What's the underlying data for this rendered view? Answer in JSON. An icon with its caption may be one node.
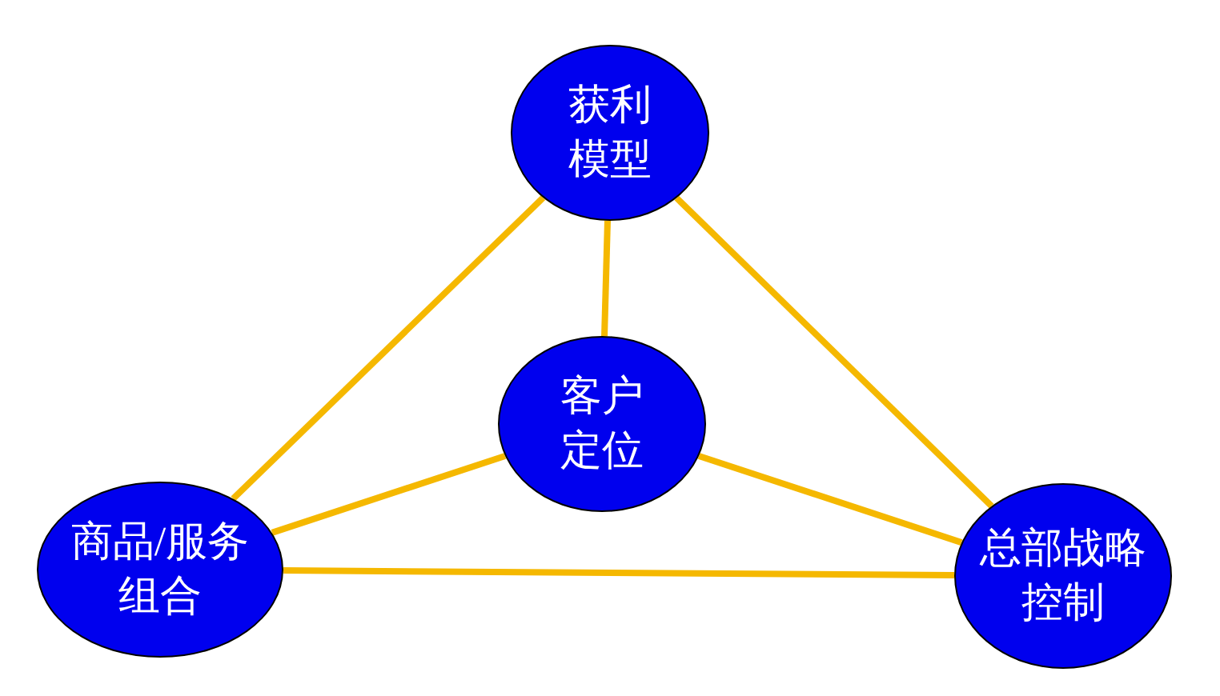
{
  "diagram": {
    "nodes": [
      {
        "text": [
          "获利模型"
        ]
      },
      {
        "text": [
          "客户定位"
        ]
      },
      {
        "text": [
          "商品/服务组合"
        ]
      },
      {
        "text": [
          "总部战略控制"
        ]
      }
    ],
    "edges": [
      {
        "from": 0,
        "to": 2,
        "arrow": "none"
      },
      {
        "from": 0,
        "to": 1,
        "arrow": "none"
      },
      {
        "from": 0,
        "to": 3,
        "arrow": "none"
      },
      {
        "from": 1,
        "to": 2,
        "arrow": "none"
      },
      {
        "from": 1,
        "to": 3,
        "arrow": "none"
      },
      {
        "from": 2,
        "to": 3,
        "arrow": "none"
      }
    ]
  }
}
